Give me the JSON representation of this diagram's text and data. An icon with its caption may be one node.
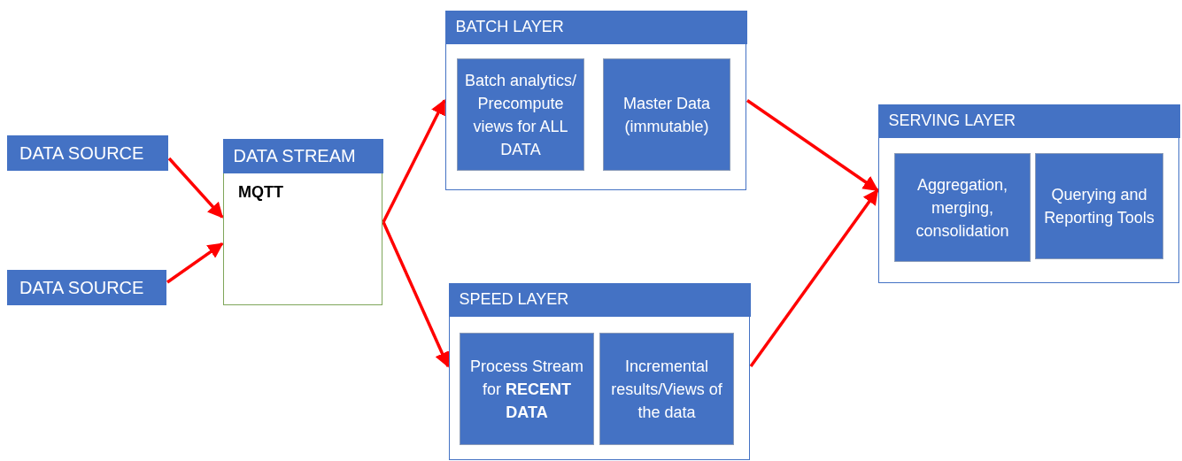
{
  "diagram": {
    "nodes": [
      {
        "text": [
          "DATA SOURCE"
        ]
      },
      {
        "text": [
          "DATA SOURCE"
        ]
      },
      {
        "text": [
          "DATA STREAM",
          "MQTT"
        ]
      },
      {
        "text": [
          "BATCH LAYER"
        ]
      },
      {
        "text": [
          "Batch analytics/ Precompute views for ALL DATA"
        ],
        "in": 3
      },
      {
        "text": [
          "Master Data (immutable)"
        ],
        "in": 3
      },
      {
        "text": [
          "SPEED LAYER"
        ]
      },
      {
        "text": [
          "Process Stream for **RECENT DATA**"
        ],
        "in": 6
      },
      {
        "text": [
          "Incremental results/Views of the data"
        ],
        "in": 6
      },
      {
        "text": [
          "SERVING LAYER"
        ]
      },
      {
        "text": [
          "Aggregation, merging, consolidation"
        ],
        "in": 9
      },
      {
        "text": [
          "Querying and Reporting Tools"
        ],
        "in": 9
      }
    ],
    "edges": [
      {
        "from": 0,
        "to": 2,
        "arrow": "to",
        "color": "#ff0000"
      },
      {
        "from": 1,
        "to": 2,
        "arrow": "to",
        "color": "#ff0000"
      },
      {
        "from": 2,
        "to": 3,
        "arrow": "to",
        "color": "#ff0000"
      },
      {
        "from": 2,
        "to": 6,
        "arrow": "to",
        "color": "#ff0000"
      },
      {
        "from": 3,
        "to": 9,
        "arrow": "to",
        "color": "#ff0000"
      },
      {
        "from": 6,
        "to": 9,
        "arrow": "to",
        "color": "#ff0000"
      }
    ]
  }
}
